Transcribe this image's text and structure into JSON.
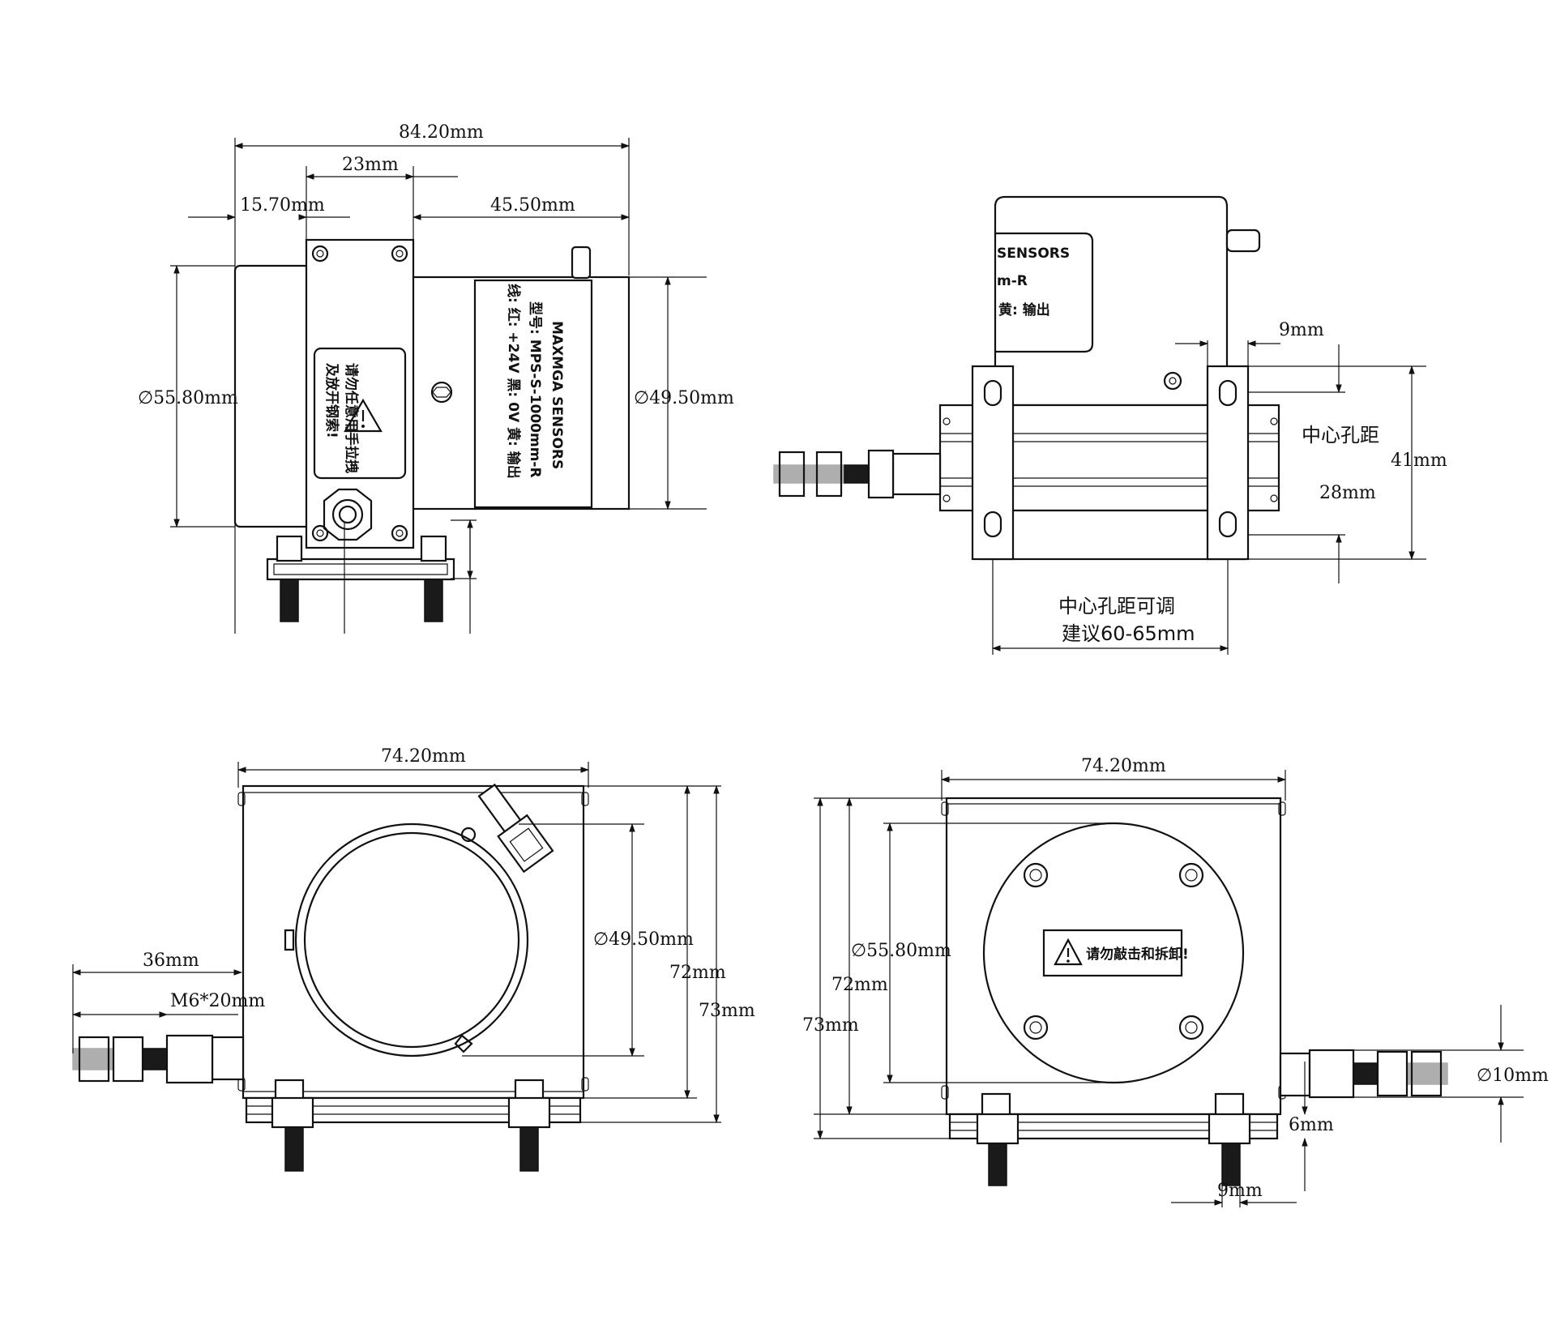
{
  "view_front": {
    "dims": {
      "total_length": "84.20mm",
      "plate_width": "23mm",
      "offset_left": "15.70mm",
      "right_length": "45.50mm",
      "dia_left": "∅55.80mm",
      "dia_right": "∅49.50mm"
    },
    "warning": {
      "lines": [
        "请勿任意用手拉拽",
        "及放开钢索!"
      ]
    },
    "label": {
      "brand": "MAXMGA  SENSORS",
      "model": "型号: MPS-S-1000mm-R",
      "power": "线: 红: +24V  黑: 0V  黄: 输出"
    }
  },
  "view_side": {
    "dims": {
      "pin_width": "9mm",
      "outer_height": "41mm",
      "center_spacing": "28mm"
    },
    "text": {
      "hole_label": "中心孔距",
      "adjust_line1": "中心孔距可调",
      "adjust_line2": "建议60-65mm"
    },
    "label": {
      "brand": "SENSORS",
      "model": "m-R",
      "output": "黄: 输出"
    }
  },
  "view_rear_left": {
    "dims": {
      "width": "74.20mm",
      "dia": "∅49.50mm",
      "inner_height": "72mm",
      "outer_height": "73mm",
      "cable_length": "36mm",
      "thread": "M6*20mm"
    }
  },
  "view_rear_right": {
    "dims": {
      "width": "74.20mm",
      "dia": "∅55.80mm",
      "inner_height": "72mm",
      "outer_height": "73mm",
      "thread_dia": "∅10mm",
      "slot": "6mm",
      "pin": "9mm"
    },
    "warning": "请勿敲击和拆卸!"
  }
}
